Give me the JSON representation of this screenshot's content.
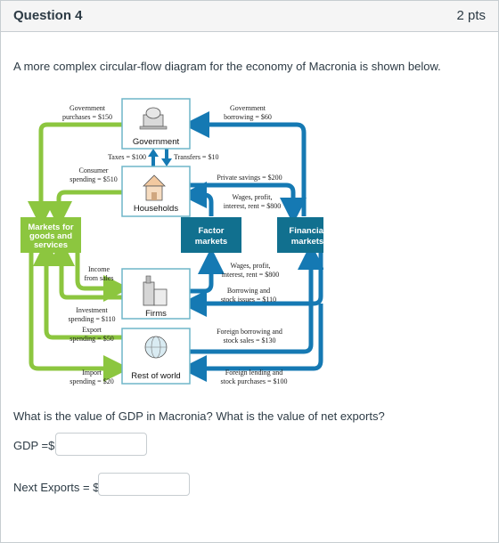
{
  "question": {
    "title": "Question 4",
    "points": "2 pts",
    "intro": "A more complex circular-flow diagram for the economy of Macronia is shown below.",
    "prompt": "What is the value of GDP in Macronia? What is the value of net exports?"
  },
  "diagram": {
    "sectors": {
      "government": "Government",
      "households": "Households",
      "firms": "Firms",
      "rest_of_world": "Rest of world",
      "markets_goods": [
        "Markets for",
        "goods and",
        "services"
      ],
      "factor_markets": [
        "Factor",
        "markets"
      ],
      "financial_markets": [
        "Financial",
        "markets"
      ]
    },
    "flows": {
      "gov_purchases": [
        "Government",
        "purchases = $150"
      ],
      "gov_borrowing": [
        "Government",
        "borrowing = $60"
      ],
      "taxes": "Taxes = $100",
      "transfers": "Transfers = $10",
      "consumer_spending": [
        "Consumer",
        "spending = $510"
      ],
      "private_savings": "Private savings = $200",
      "wages_hh": [
        "Wages, profit,",
        "interest, rent = $800"
      ],
      "income_sales": [
        "Income",
        "from sales"
      ],
      "wages_firms": [
        "Wages, profit,",
        "interest, rent = $800"
      ],
      "borrowing_stock": [
        "Borrowing and",
        "stock issues = $110"
      ],
      "investment": [
        "Investment",
        "spending = $110"
      ],
      "export": [
        "Export",
        "spending = $50"
      ],
      "foreign_borrowing": [
        "Foreign borrowing and",
        "stock sales = $130"
      ],
      "import": [
        "Import",
        "spending = $20"
      ],
      "foreign_lending": [
        "Foreign lending and",
        "stock purchases = $100"
      ]
    },
    "colors": {
      "green": "#8cc63f",
      "blue": "#1579b3",
      "teal": "#11708f",
      "box_border": "#6fb6c8"
    }
  },
  "answers": {
    "gdp_label": "GDP =$",
    "gdp_value": "",
    "net_exports_label": "Next Exports = $",
    "net_exports_value": ""
  }
}
